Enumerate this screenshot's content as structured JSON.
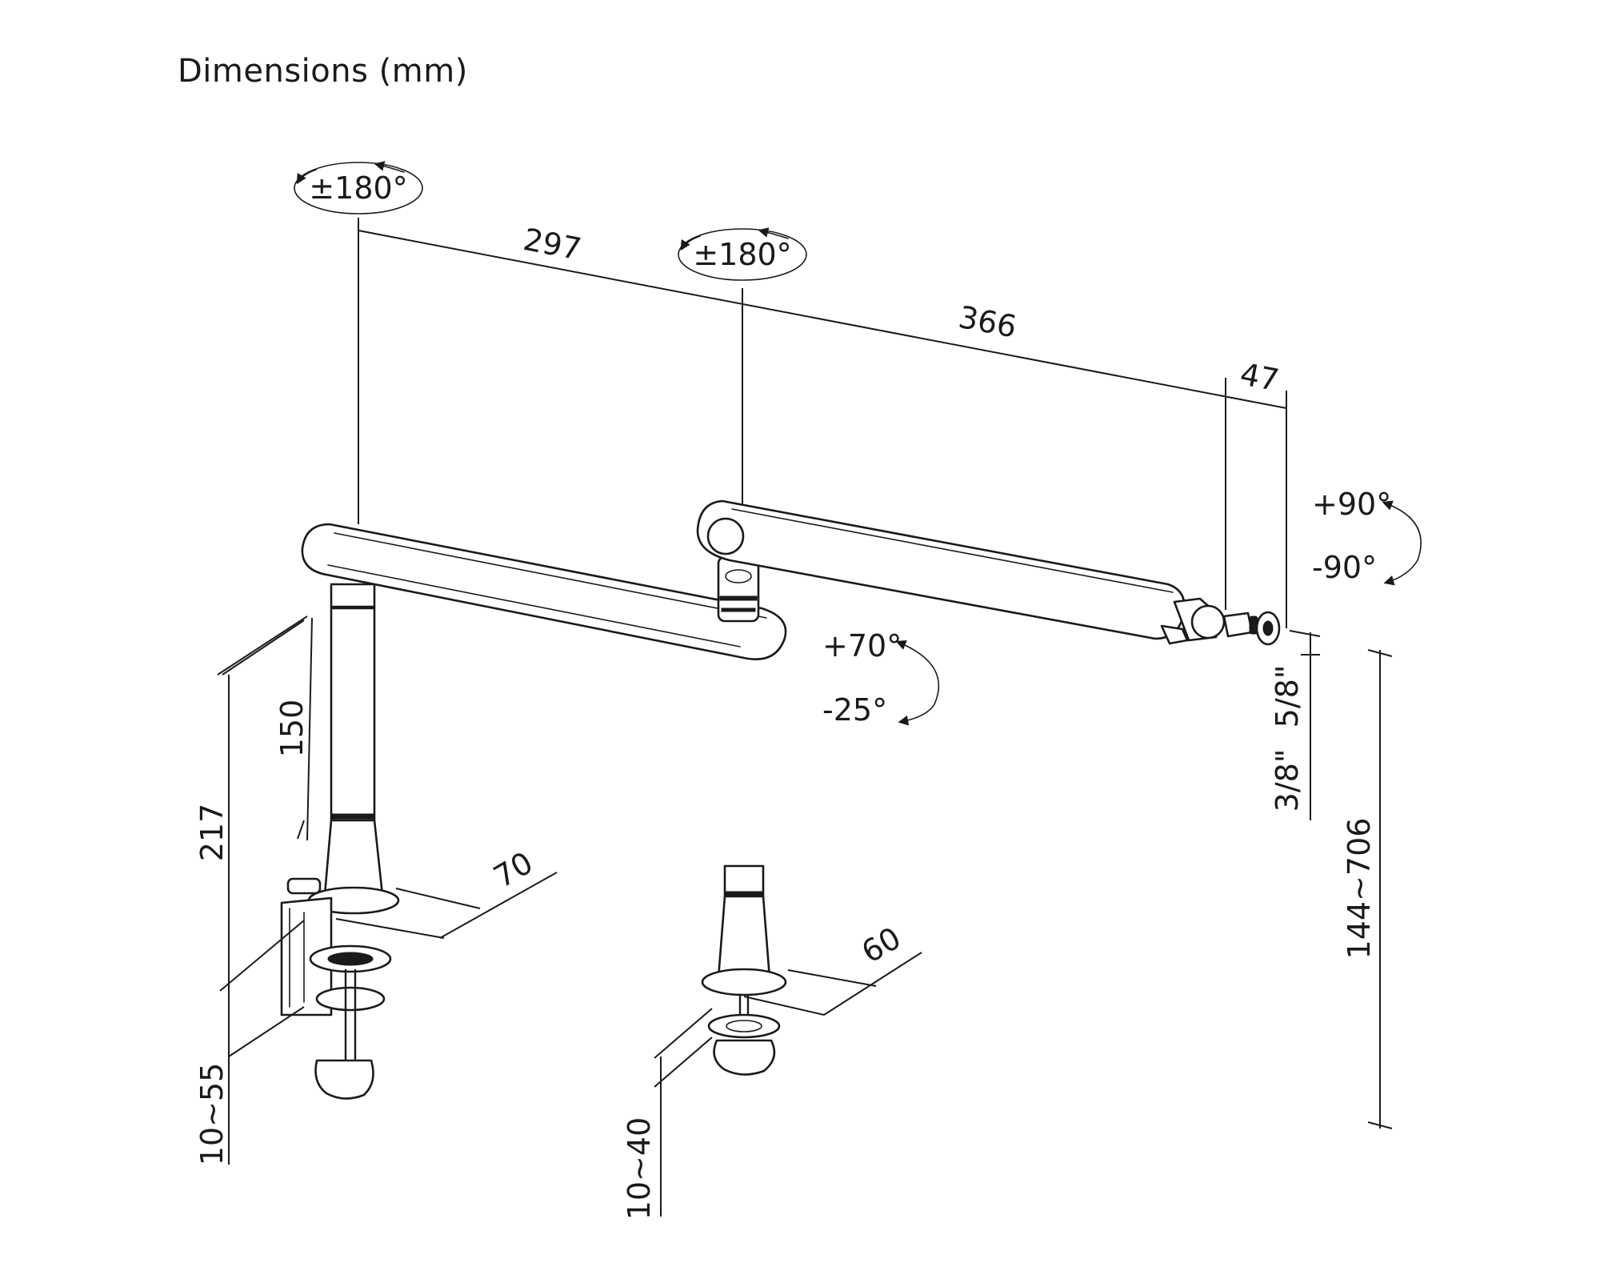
{
  "title": "Dimensions (mm)",
  "dimensions": {
    "upper_arm": "297",
    "forearm": "366",
    "tip": "47",
    "pole_150": "150",
    "pole_217": "217",
    "clamp_range": "10~55",
    "grommet_range": "10~40",
    "clamp_base": "70",
    "grommet_base": "60",
    "height_range": "144~706",
    "thread_large": "5/8\"",
    "thread_small": "3/8\""
  },
  "rotations": {
    "base_swivel": "±180°",
    "elbow_swivel": "±180°",
    "tilt_up": "+90°",
    "tilt_down": "-90°",
    "arm_up": "+70°",
    "arm_down": "-25°"
  }
}
